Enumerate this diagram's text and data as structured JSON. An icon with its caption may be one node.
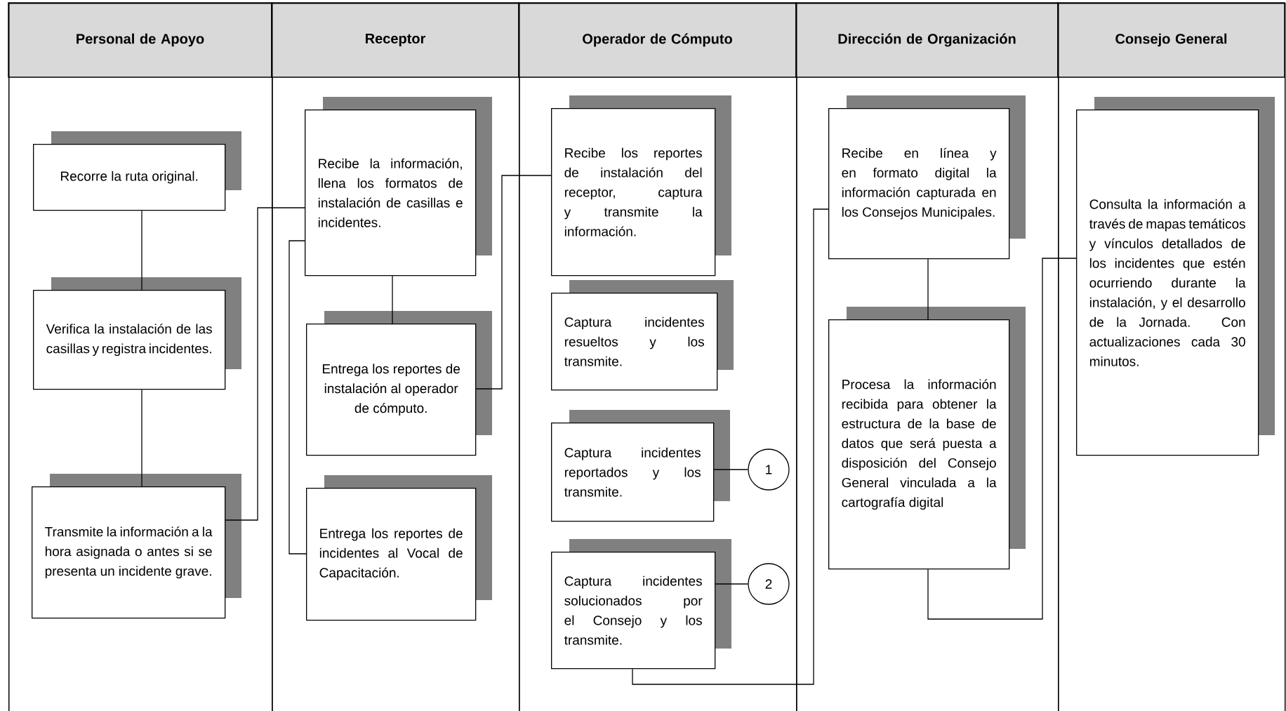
{
  "diagram": {
    "nodes": [
      {
        "text": [
          "Personal de Apoyo"
        ]
      },
      {
        "text": [
          "Receptor"
        ]
      },
      {
        "text": [
          "Operador de Cómputo"
        ]
      },
      {
        "text": [
          "Dirección de Organización"
        ]
      },
      {
        "text": [
          "Consejo General"
        ]
      },
      {
        "text": [
          "Recorre la ruta original."
        ],
        "in": 0
      },
      {
        "text": [
          "Verifica la instalación de las casillas y registra incidentes."
        ],
        "in": 0
      },
      {
        "text": [
          "Transmite la información a la hora asignada o antes si se presenta un incidente grave."
        ],
        "in": 0
      },
      {
        "text": [
          "Recibe la información, llena los formatos de instalación de casillas e incidentes."
        ],
        "in": 1
      },
      {
        "text": [
          "Entrega los reportes de instalación al operador de cómputo."
        ],
        "in": 1
      },
      {
        "text": [
          "Entrega los reportes de incidentes al Vocal de Capacitación."
        ],
        "in": 1
      },
      {
        "text": [
          "Recibe los reportes de instalación del receptor, captura y transmite la información."
        ],
        "in": 2
      },
      {
        "text": [
          "Captura incidentes resueltos y los transmite."
        ],
        "in": 2
      },
      {
        "text": [
          "Captura incidentes reportados y los transmite."
        ],
        "in": 2
      },
      {
        "text": [
          "Captura incidentes solucionados por el Consejo y los transmite."
        ],
        "in": 2
      },
      {
        "text": [
          "1"
        ],
        "in": 2
      },
      {
        "text": [
          "2"
        ],
        "in": 2
      },
      {
        "text": [
          "Recibe en línea y en formato digital la información capturada en los Consejos Municipales."
        ],
        "in": 3
      },
      {
        "text": [
          "Procesa la información recibida para obtener la estructura de la base de datos que será puesta a disposición del Consejo General vinculada a la cartografía digital"
        ],
        "in": 3
      },
      {
        "text": [
          "Consulta la información a través de mapas temáticos y vínculos detallados de los incidentes que estén ocurriendo durante la instalación, y el desarrollo de la Jornada. Con actualizaciones cada 30 minutos."
        ],
        "in": 4
      }
    ],
    "edges": [
      {
        "from": 5,
        "to": 6,
        "arrow": "none"
      },
      {
        "from": 6,
        "to": 7,
        "arrow": "none"
      },
      {
        "from": 7,
        "to": 8,
        "arrow": "none"
      },
      {
        "from": 8,
        "to": 9,
        "arrow": "none"
      },
      {
        "from": 8,
        "to": 10,
        "arrow": "none"
      },
      {
        "from": 9,
        "to": 11,
        "arrow": "none"
      },
      {
        "from": 13,
        "to": 15,
        "arrow": "none"
      },
      {
        "from": 14,
        "to": 16,
        "arrow": "none"
      },
      {
        "from": 14,
        "to": 17,
        "arrow": "none"
      },
      {
        "from": 17,
        "to": 18,
        "arrow": "none"
      },
      {
        "from": 18,
        "to": 19,
        "arrow": "none"
      }
    ]
  }
}
